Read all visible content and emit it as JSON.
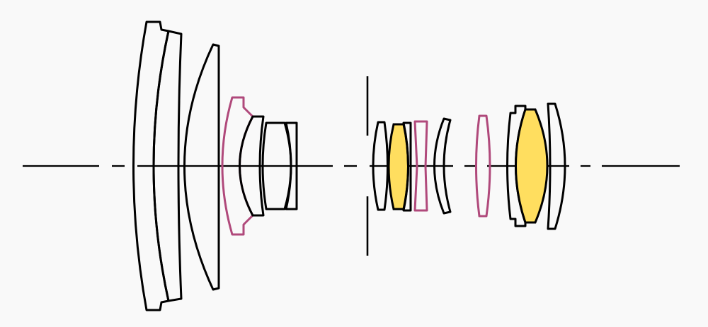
{
  "diagram": {
    "type": "lens-optical-layout",
    "colors": {
      "background": "#f9f9f9",
      "outline": "#000000",
      "special_element": "#b0497b",
      "special_fill": "#ffde5f"
    },
    "element_kinds": [
      "standard",
      "standard",
      "standard",
      "aspherical",
      "standard",
      "standard",
      "standard",
      "standard",
      "fill-lens",
      "aspherical",
      "standard",
      "aspherical",
      "standard",
      "fill-lens",
      "standard"
    ]
  }
}
